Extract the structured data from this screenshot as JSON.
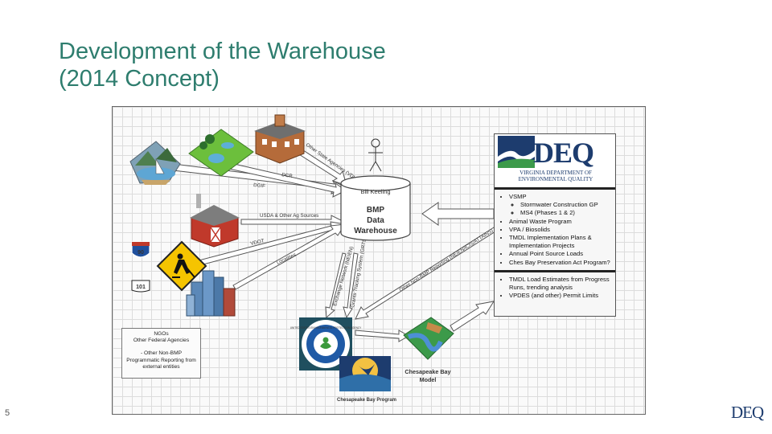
{
  "slide": {
    "title_line1": "Development of the Warehouse",
    "title_line2": "(2014 Concept)",
    "page_number": "5",
    "footer_logo": "DEQ"
  },
  "colors": {
    "title": "#2e7d6e",
    "deq_navy": "#1d3c6e",
    "arrow_fill": "#ffffff",
    "arrow_stroke": "#555555"
  },
  "diagram": {
    "warehouse": {
      "person": "Bill Keeling",
      "label_line1": "BMP",
      "label_line2": "Data",
      "label_line3": "Warehouse"
    },
    "arrow_labels": {
      "other_state_agencies": "Other State Agencies (VDH, DMME)",
      "dcr": "DCR",
      "dgif": "DGIF",
      "usda": "USDA & Other Ag Sources",
      "vdot": "VDOT",
      "localities": "Localities",
      "exchange_network": "Exchange Network (NEIEN)",
      "grants_tracking": "Grants Tracking System (GRTS)",
      "other_non_bmp": "Other Non-BMP Reporting (NEIEN/ICIS/ATTAINS)"
    },
    "highway_signs": {
      "interstate": "90",
      "us_route": "101"
    },
    "deq_box": {
      "logo_word": "DEQ",
      "logo_sub1": "VIRGINIA DEPARTMENT OF",
      "logo_sub2": "ENVIRONMENTAL QUALITY",
      "items": [
        {
          "text": "VSMP",
          "sub": [
            "Stormwater Construction GP",
            "MS4 (Phases 1 & 2)"
          ]
        },
        {
          "text": "Animal Waste Program"
        },
        {
          "text": "VPA / Biosolids"
        },
        {
          "text": "TMDL Implementation Plans & Implementation Projects"
        },
        {
          "text": "Annual Point Source Loads"
        },
        {
          "text": "Ches Bay Preservation Act Program?"
        }
      ],
      "items2": [
        {
          "text": "TMDL Load Estimates from Progress Runs, trending analysis"
        },
        {
          "text": "VPDES (and other) Permit Limits"
        }
      ]
    },
    "ngo_box": {
      "line1": "NGOs",
      "line2": "Other Federal Agencies",
      "line3": "- Other Non-BMP Programmatic Reporting from external entities"
    },
    "epa_seal": {
      "ring_text": "UNITED STATES ENVIRONMENTAL PROTECTION AGENCY"
    },
    "chesapeake_program": "Chesapeake Bay Program",
    "chesapeake_model_line1": "Chesapeake Bay",
    "chesapeake_model_line2": "Model"
  }
}
